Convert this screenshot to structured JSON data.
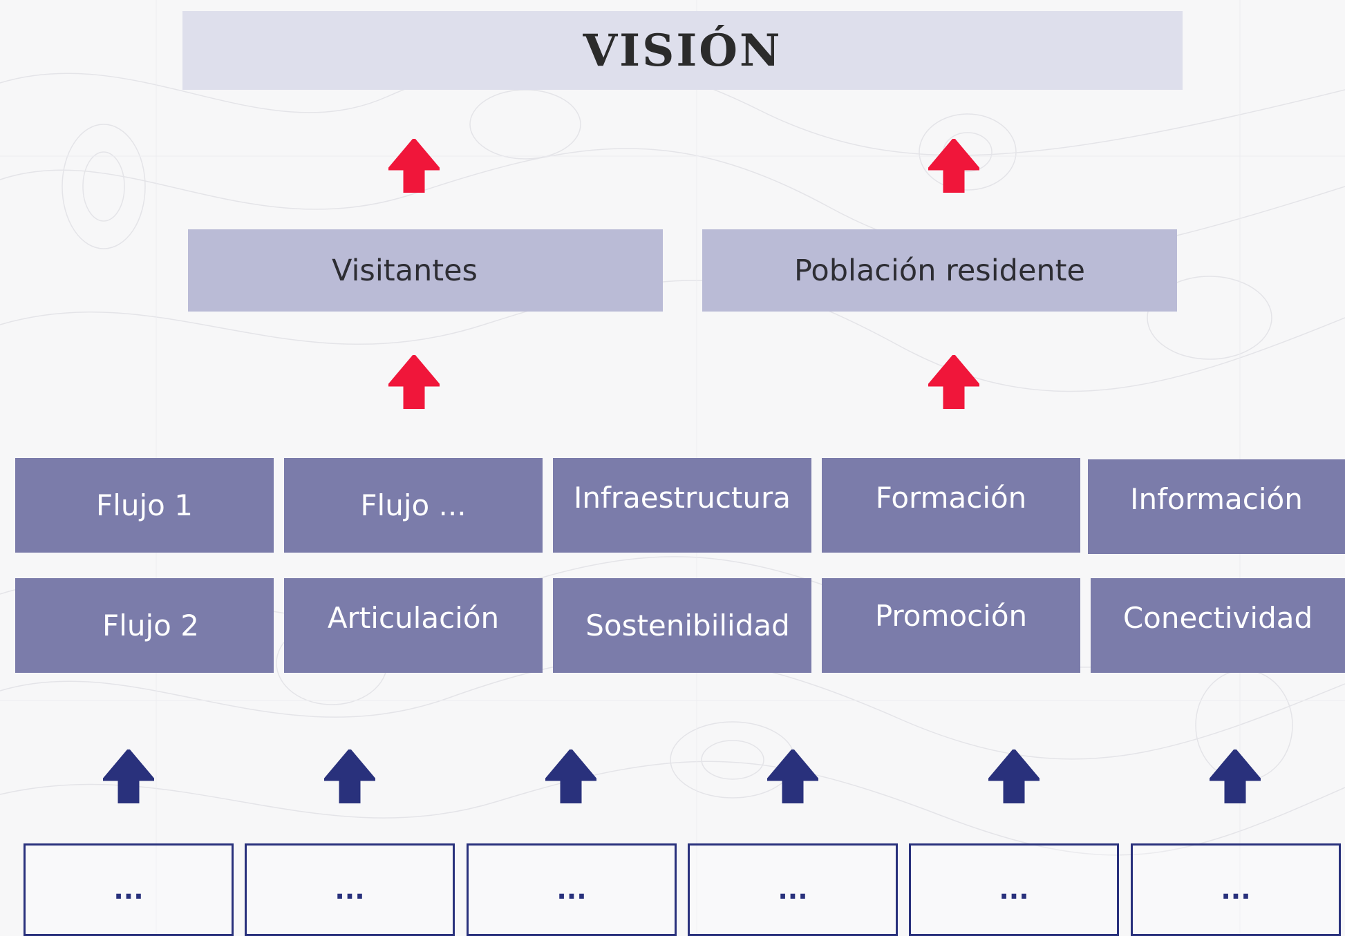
{
  "title": "VISIÓN",
  "groups": {
    "visitantes": "Visitantes",
    "poblacion": "Población residente"
  },
  "row1": [
    "Flujo 1",
    "Flujo ...",
    "Infraestructura",
    "Formación",
    "Información"
  ],
  "row2": [
    "Flujo 2",
    "Articulación",
    "Sostenibilidad",
    "Promoción",
    "Conectividad"
  ],
  "bottom": [
    "...",
    "...",
    "...",
    "...",
    "...",
    "..."
  ],
  "colors": {
    "red_arrow": "#f0163a",
    "blue_arrow": "#29317c",
    "title_box": "#dedfec",
    "group_box": "#babbd6",
    "item_box": "#7b7caa",
    "outline_box": "#29317c"
  },
  "icons": {
    "red": "arrow-up-icon",
    "blue": "arrow-up-icon"
  }
}
